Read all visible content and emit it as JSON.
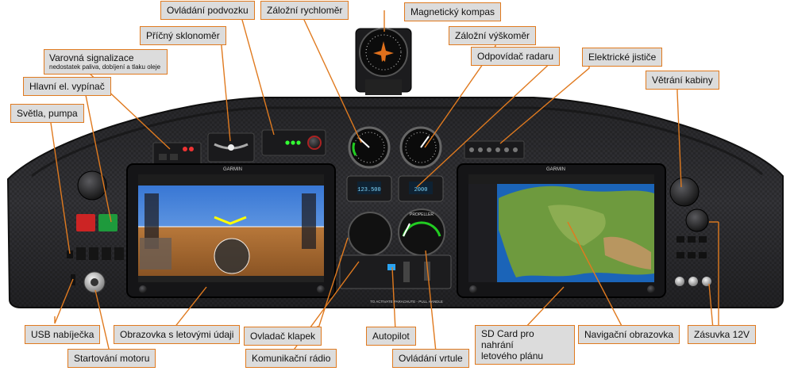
{
  "labels": {
    "gear": "Ovládání podvozku",
    "backup_airspeed": "Záložní rychloměr",
    "compass": "Magnetický kompas",
    "inclinometer": "Příčný sklonoměr",
    "backup_altimeter": "Záložní výškoměr",
    "warning": "Varovná signalizace",
    "warning_sub": "nedostatek paliva, dobíjení a tlaku oleje",
    "transponder": "Odpovídač radaru",
    "breakers": "Elektrické jističe",
    "master": "Hlavní el. vypínač",
    "ventilation": "Větrání kabiny",
    "lights": "Světla, pumpa",
    "usb": "USB nabíječka",
    "pfd": "Obrazovka s letovými údaji",
    "flaps": "Ovladač klapek",
    "autopilot": "Autopilot",
    "sdcard_1": "SD Card pro nahrání",
    "sdcard_2": "letového plánu",
    "nav_screen": "Navigační obrazovka",
    "socket": "Zásuvka 12V",
    "starter": "Startování motoru",
    "com_radio": "Komunikační rádio",
    "propeller": "Ovládání vrtule"
  },
  "panel": {
    "garmin_left": "GARMIN",
    "garmin_right": "GARMIN",
    "propeller_caption": "PROPELLER",
    "parachute_note": "TO ACTIVATE PARACHUTE - PULL HANDLE",
    "com_freq": "123.500",
    "xpdr_code": "2000"
  },
  "colors": {
    "accent": "#e07a1f",
    "label_bg": "#dcdcdc",
    "panel": "#2a2a2c"
  }
}
